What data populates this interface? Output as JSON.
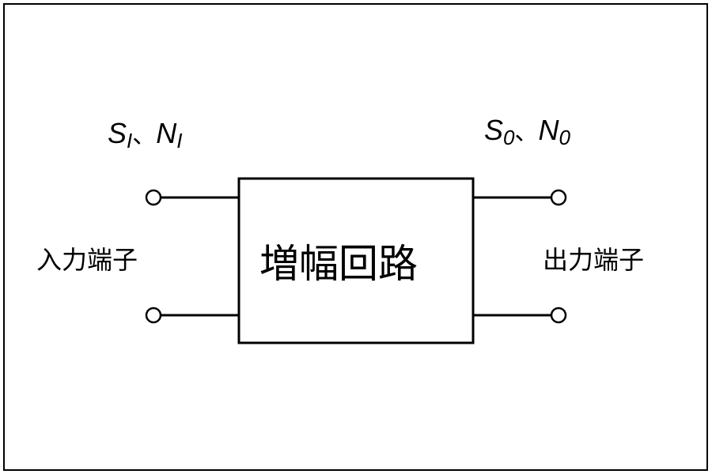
{
  "colors": {
    "line": "#000000",
    "background": "#ffffff"
  },
  "box": {
    "label": "増幅回路"
  },
  "input": {
    "terminal_label": "入力端子",
    "signal": "S",
    "signal_sub": "I",
    "separator": "、",
    "noise": "N",
    "noise_sub": "I"
  },
  "output": {
    "terminal_label": "出力端子",
    "signal": "S",
    "signal_sub": "0",
    "separator": "、",
    "noise": "N",
    "noise_sub": "0"
  }
}
